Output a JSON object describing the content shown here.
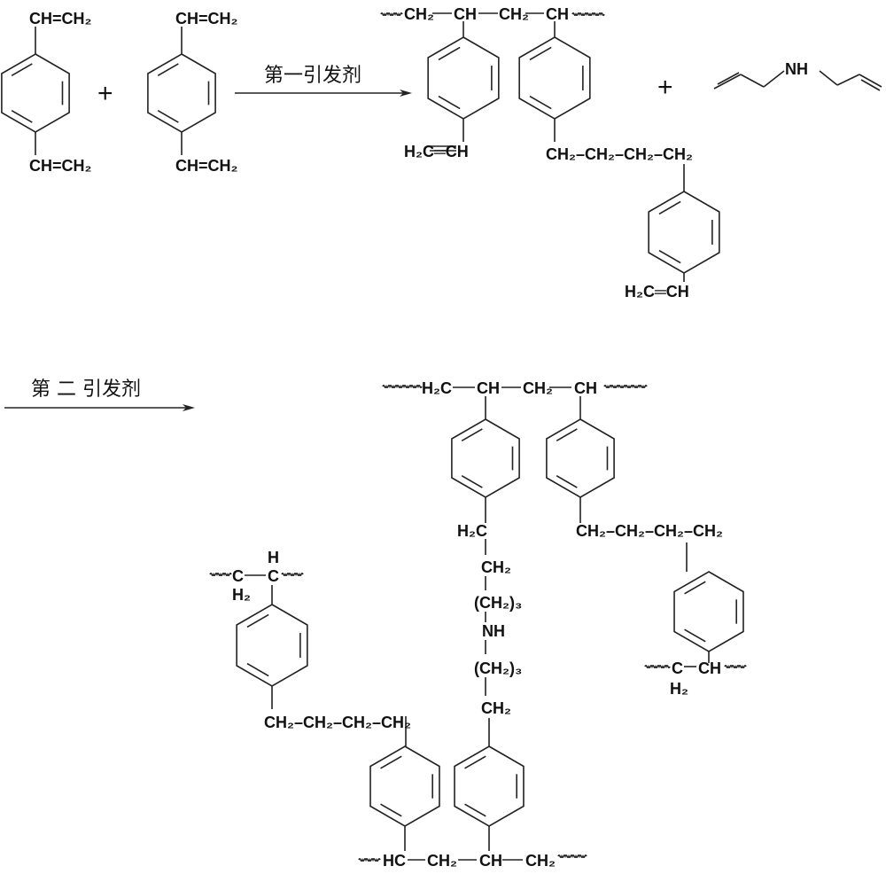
{
  "reactant_1": {
    "top_vinyl": "CH=CH₂",
    "bottom_vinyl": "CH=CH₂"
  },
  "plus_1": "+",
  "reactant_2": {
    "top_vinyl": "CH=CH₂",
    "bottom_vinyl": "CH=CH₂"
  },
  "arrow_1": {
    "label": "第一引发剂"
  },
  "intermediate": {
    "backbone": [
      "CH₂",
      "CH",
      "CH₂",
      "CH"
    ],
    "pendant_vinyl_1": "H₂C═CH",
    "bridge": "CH₂–CH₂–CH₂–CH₂",
    "pendant_vinyl_2": "H₂C═CH"
  },
  "plus_2": "+",
  "diallylamine": {
    "nh": "NH"
  },
  "arrow_2": {
    "label": "第 二 引发剂"
  },
  "product": {
    "top_backbone": [
      "H₂C",
      "CH",
      "CH₂",
      "CH"
    ],
    "amine_chain": [
      "H₂C",
      "CH₂",
      "(CH₂)₃",
      "NH",
      "(CH₂)₃",
      "CH₂"
    ],
    "right_bridge": "CH₂–CH₂–CH₂–CH₂",
    "right_fragment": {
      "c": "C",
      "ch": "CH",
      "h2": "H₂"
    },
    "left_fragment": {
      "c1": "C",
      "h": "H",
      "c2": "C",
      "h2": "H₂"
    },
    "left_bridge": "CH₂–CH₂–CH₂–CH₂",
    "bottom_backbone": [
      "HC",
      "CH₂",
      "CH",
      "CH₂"
    ]
  }
}
